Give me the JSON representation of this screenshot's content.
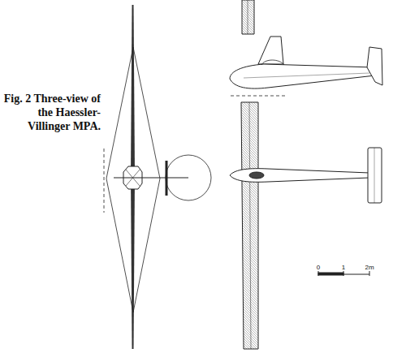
{
  "diagram": {
    "caption": "Fig. 2 Three-view of the Haessler- Villinger MPA.",
    "labels": [
      "0",
      "1",
      "2m"
    ]
  }
}
